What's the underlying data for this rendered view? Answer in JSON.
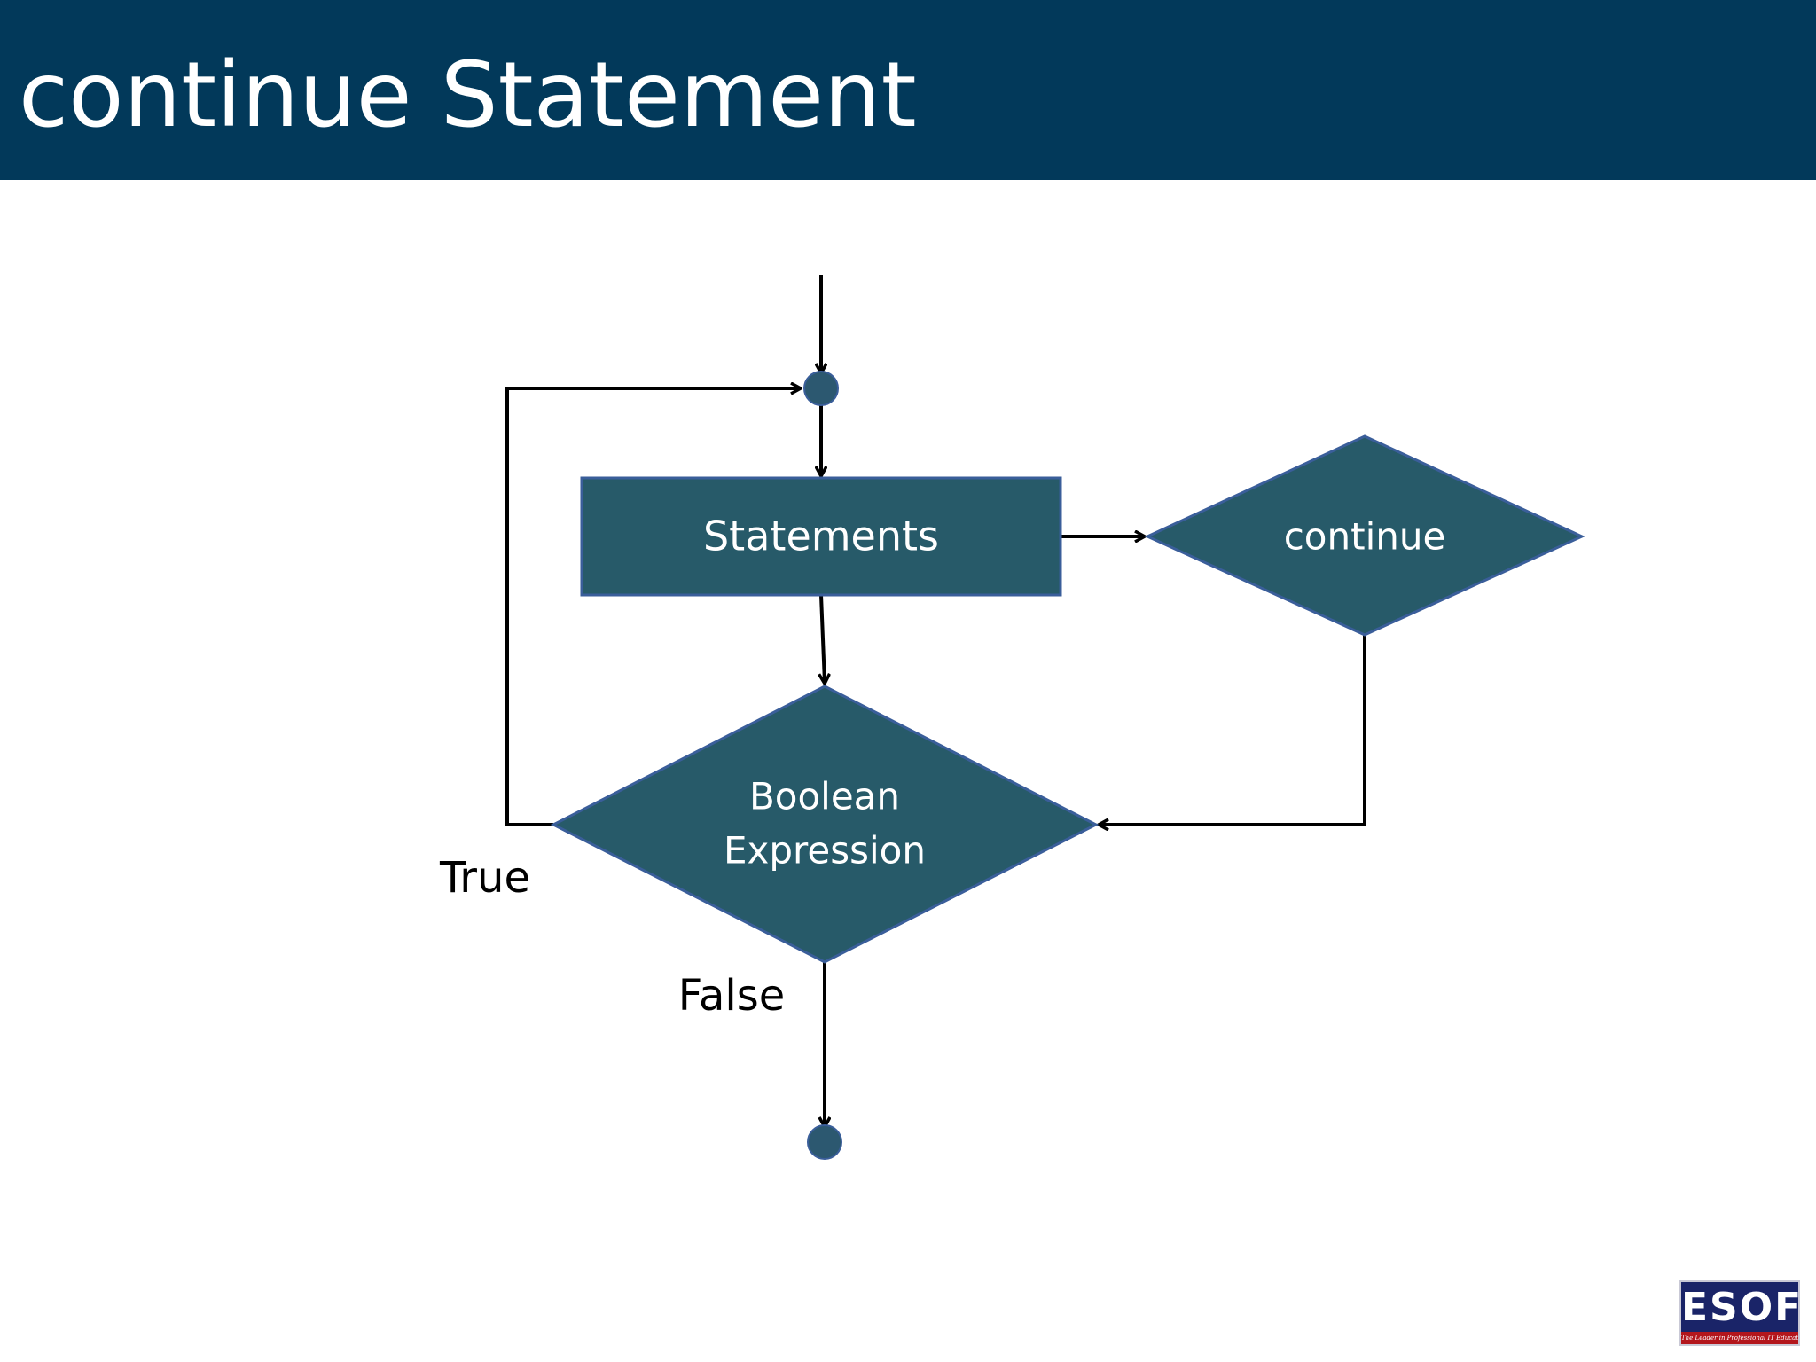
{
  "slide": {
    "title": "continue Statement"
  },
  "diagram": {
    "nodes": {
      "statements": "Statements",
      "continue": "continue",
      "boolean_line1": "Boolean",
      "boolean_line2": "Expression"
    },
    "edge_labels": {
      "true": "True",
      "false": "False"
    },
    "colors": {
      "header": "#02395a",
      "shape_fill": "#275a69",
      "shape_stroke": "#3a5e9a",
      "connector_dot": "#2c5870",
      "arrow": "#000000"
    }
  },
  "logo": {
    "word": "ESOFT",
    "tagline": "The Leader in Professional IT Education"
  }
}
